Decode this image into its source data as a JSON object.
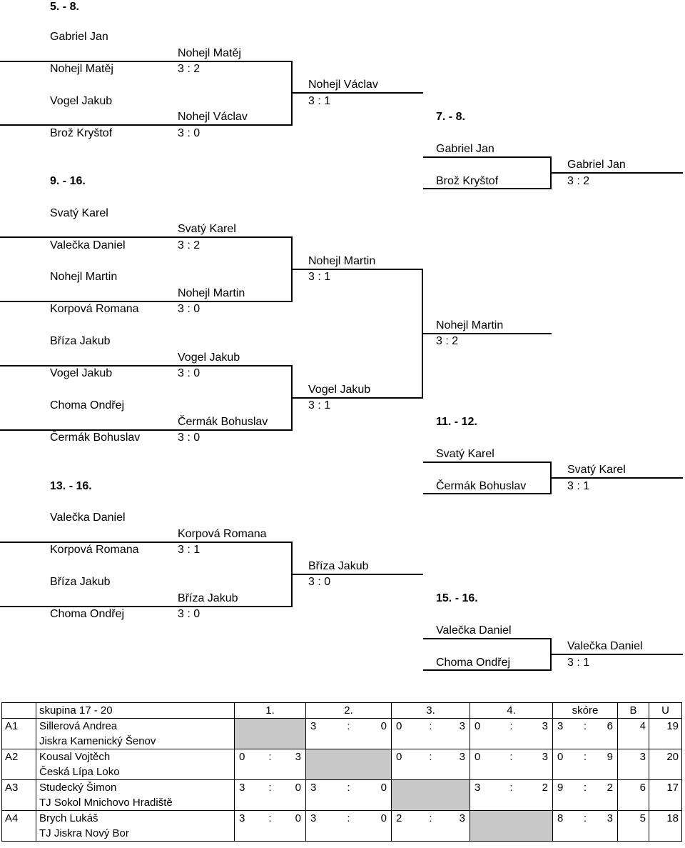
{
  "sections": {
    "s58": "5. - 8.",
    "s78": "7. - 8.",
    "s916": "9. - 16.",
    "s1112": "11. - 12.",
    "s1316": "13. - 16.",
    "s1516": "15. - 16."
  },
  "b58": {
    "p1": "Gabriel Jan",
    "p2": "Nohejl Matěj",
    "p3": "Vogel Jakub",
    "p4": "Brož Kryštof",
    "w1": "Nohejl Matěj",
    "sc1": "3 : 2",
    "w2": "Nohejl Václav",
    "sc2": "3 : 0",
    "w3": "Nohejl Václav",
    "sc3": "3 : 1"
  },
  "b78": {
    "p1": "Gabriel Jan",
    "p2": "Brož Kryštof",
    "w": "Gabriel Jan",
    "sc": "3 : 2"
  },
  "b916": {
    "p1": "Svatý Karel",
    "p2": "Valečka Daniel",
    "p3": "Nohejl Martin",
    "p4": "Korpová Romana",
    "p5": "Bříza Jakub",
    "p6": "Vogel Jakub",
    "p7": "Choma Ondřej",
    "p8": "Čermák Bohuslav",
    "w1": "Svatý Karel",
    "sc1": "3 : 2",
    "w2": "Nohejl Martin",
    "sc2": "3 : 0",
    "w3": "Vogel Jakub",
    "sc3": "3 : 0",
    "w4": "Čermák Bohuslav",
    "sc4": "3 : 0",
    "s1": "Nohejl Martin",
    "ssc1": "3 : 1",
    "s2": "Vogel Jakub",
    "ssc2": "3 : 1",
    "f": "Nohejl Martin",
    "fsc": "3 : 2"
  },
  "b1112": {
    "p1": "Svatý Karel",
    "p2": "Čermák Bohuslav",
    "w": "Svatý Karel",
    "sc": "3 : 1"
  },
  "b1316": {
    "p1": "Valečka Daniel",
    "p2": "Korpová Romana",
    "p3": "Bříza Jakub",
    "p4": "Choma Ondřej",
    "w1": "Korpová Romana",
    "sc1": "3 : 1",
    "w2": "Bříza Jakub",
    "sc2": "3 : 0",
    "w3": "Bříza Jakub",
    "sc3": "3 : 0"
  },
  "b1516": {
    "p1": "Valečka Daniel",
    "p2": "Choma Ondřej",
    "w": "Valečka Daniel",
    "sc": "3 : 1"
  },
  "group": {
    "title": "skupina 17 - 20",
    "headers": [
      "1.",
      "2.",
      "3.",
      "4.",
      "skóre",
      "B",
      "U"
    ],
    "rows": [
      {
        "id": "A1",
        "name": "Sillerová Andrea",
        "club": "Jiskra Kamenický Šenov",
        "r": [
          null,
          [
            "3",
            "0"
          ],
          [
            "0",
            "3"
          ],
          [
            "0",
            "3"
          ]
        ],
        "skore": [
          "3",
          "6"
        ],
        "b": "4",
        "u": "19"
      },
      {
        "id": "A2",
        "name": "Kousal Vojtěch",
        "club": "Česká Lípa Loko",
        "r": [
          [
            "0",
            "3"
          ],
          null,
          [
            "0",
            "3"
          ],
          [
            "0",
            "3"
          ]
        ],
        "skore": [
          "0",
          "9"
        ],
        "b": "3",
        "u": "20"
      },
      {
        "id": "A3",
        "name": "Studecký Šimon",
        "club": "TJ Sokol Mnichovo Hradiště",
        "r": [
          [
            "3",
            "0"
          ],
          [
            "3",
            "0"
          ],
          null,
          [
            "3",
            "2"
          ]
        ],
        "skore": [
          "9",
          "2"
        ],
        "b": "6",
        "u": "17"
      },
      {
        "id": "A4",
        "name": "Brych Lukáš",
        "club": "TJ Jiskra Nový Bor",
        "r": [
          [
            "3",
            "0"
          ],
          [
            "3",
            "0"
          ],
          [
            "2",
            "3"
          ],
          null
        ],
        "skore": [
          "8",
          "3"
        ],
        "b": "5",
        "u": "18"
      }
    ]
  }
}
